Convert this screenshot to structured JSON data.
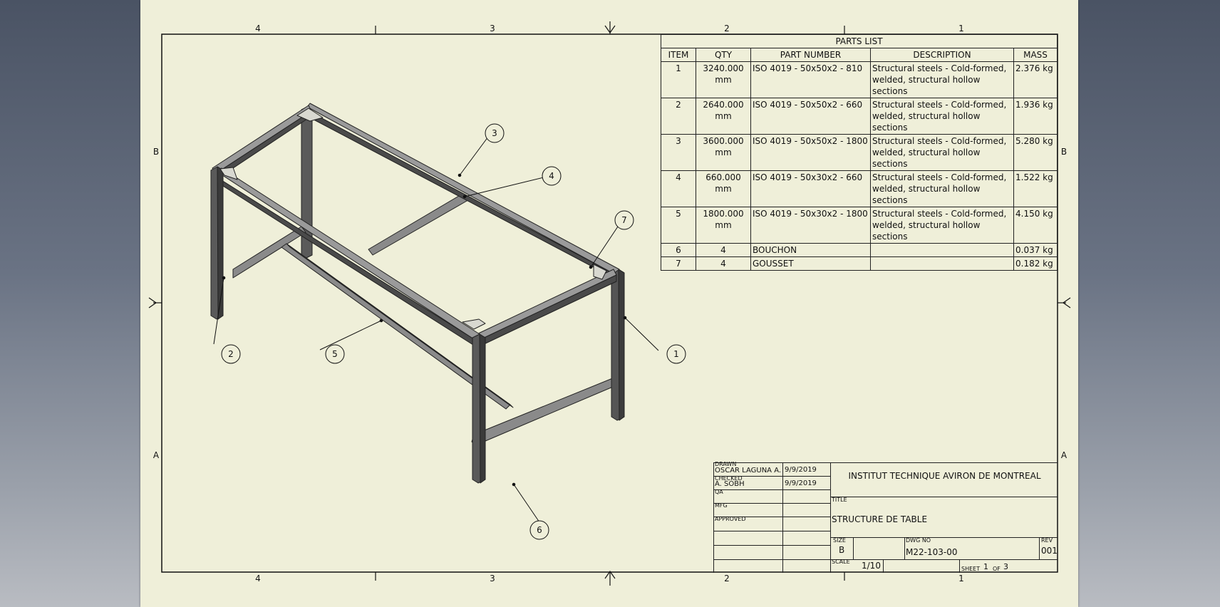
{
  "zones": {
    "columns": [
      "4",
      "3",
      "2",
      "1"
    ],
    "rows": [
      "B",
      "A"
    ]
  },
  "parts_list": {
    "title": "PARTS LIST",
    "headers": [
      "ITEM",
      "QTY",
      "PART NUMBER",
      "DESCRIPTION",
      "MASS"
    ],
    "rows": [
      {
        "item": "1",
        "qty": "3240.000\nmm",
        "part_number": "ISO 4019 - 50x50x2 - 810",
        "description": "Structural steels - Cold-formed, welded, structural hollow sections",
        "mass": "2.376 kg"
      },
      {
        "item": "2",
        "qty": "2640.000\nmm",
        "part_number": "ISO 4019 - 50x50x2 - 660",
        "description": "Structural steels - Cold-formed, welded, structural hollow sections",
        "mass": "1.936 kg"
      },
      {
        "item": "3",
        "qty": "3600.000\nmm",
        "part_number": "ISO 4019 - 50x50x2 - 1800",
        "description": "Structural steels - Cold-formed, welded, structural hollow sections",
        "mass": "5.280 kg"
      },
      {
        "item": "4",
        "qty": "660.000\nmm",
        "part_number": "ISO 4019 - 50x30x2 - 660",
        "description": "Structural steels - Cold-formed, welded, structural hollow sections",
        "mass": "1.522 kg"
      },
      {
        "item": "5",
        "qty": "1800.000\nmm",
        "part_number": "ISO 4019 - 50x30x2 - 1800",
        "description": "Structural steels - Cold-formed, welded, structural hollow sections",
        "mass": "4.150 kg"
      },
      {
        "item": "6",
        "qty": "4",
        "part_number": "BOUCHON",
        "description": "",
        "mass": "0.037 kg"
      },
      {
        "item": "7",
        "qty": "4",
        "part_number": "GOUSSET",
        "description": "",
        "mass": "0.182 kg"
      }
    ]
  },
  "balloons": [
    "1",
    "2",
    "3",
    "4",
    "5",
    "6",
    "7"
  ],
  "title_block": {
    "drawn_label": "DRAWN",
    "drawn_by": "OSCAR LAGUNA A.",
    "drawn_date": "9/9/2019",
    "checked_label": "CHECKED",
    "checked_by": "A. SOBH",
    "checked_date": "9/9/2019",
    "qa_label": "QA",
    "mfg_label": "MFG",
    "approved_label": "APPROVED",
    "company": "INSTITUT TECHNIQUE AVIRON DE MONTREAL",
    "title_label": "TITLE",
    "title": "STRUCTURE DE TABLE",
    "size_label": "SIZE",
    "size": "B",
    "dwg_no_label": "DWG NO",
    "dwg_no": "M22-103-00",
    "rev_label": "REV",
    "rev": "001",
    "scale_label": "SCALE",
    "scale": "1/10",
    "sheet_label": "SHEET",
    "sheet": "1",
    "of_label": "OF",
    "sheet_total": "3"
  }
}
